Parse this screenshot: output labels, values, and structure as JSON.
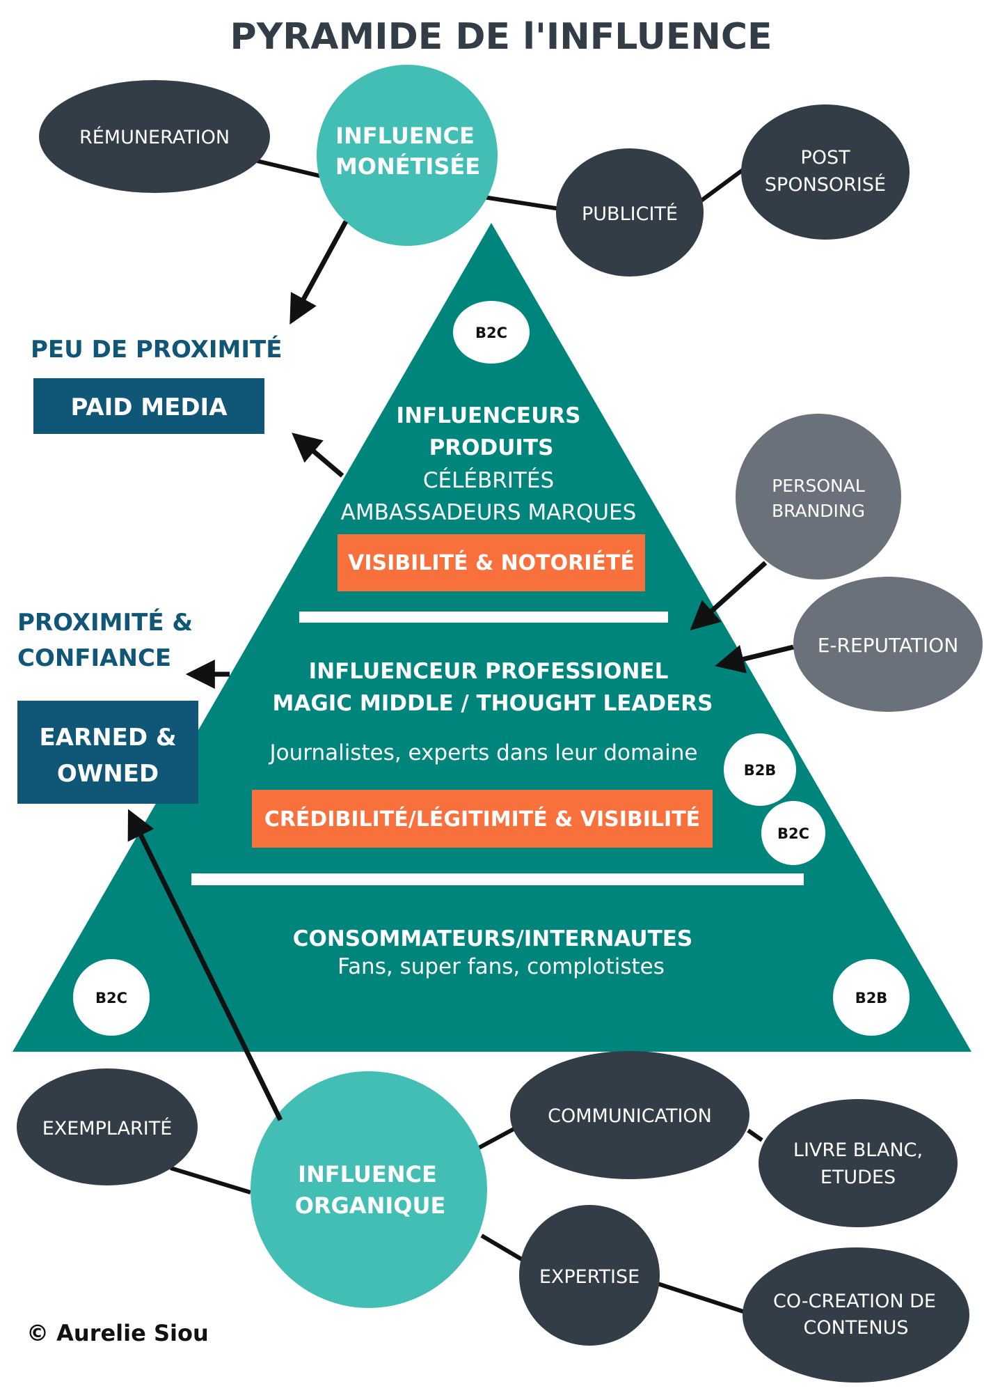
{
  "title": "PYRAMIDE DE l'INFLUENCE",
  "colors": {
    "teal_pyramid": "#00857c",
    "teal_circle": "#43beb5",
    "dark_node": "#333d47",
    "grey_node": "#6a717b",
    "orange": "#f8703c",
    "blue_box": "#0f5677"
  },
  "top": {
    "center": [
      "INFLUENCE",
      "MONÉTISÉE"
    ],
    "remuneration": [
      "RÉMUNERATION"
    ],
    "publicite": [
      "PUBLICITÉ"
    ],
    "post_sponsorise": [
      "POST",
      "SPONSORISÉ"
    ]
  },
  "left": {
    "peu_proximite": "PEU DE PROXIMITÉ",
    "paid_media": "PAID MEDIA",
    "proximite_confiance": [
      "PROXIMITÉ &",
      "CONFIANCE"
    ],
    "earned_owned": [
      "EARNED &",
      "OWNED"
    ]
  },
  "pyramid": {
    "top": {
      "badge": "B2C",
      "bold_lines": [
        "INFLUENCEURS",
        "PRODUITS"
      ],
      "regular_lines": [
        "CÉLÉBRITÉS",
        "AMBASSADEURS MARQUES"
      ],
      "tag": "VISIBILITÉ & NOTORIÉTÉ"
    },
    "middle": {
      "bold_lines": [
        "INFLUENCEUR PROFESSIONEL",
        "MAGIC MIDDLE / THOUGHT LEADERS"
      ],
      "regular": "Journalistes, experts dans leur domaine",
      "tag": "CRÉDIBILITÉ/LÉGITIMITÉ & VISIBILITÉ",
      "badge_b2b": "B2B",
      "badge_b2c": "B2C"
    },
    "bottom": {
      "bold": "CONSOMMATEURS/INTERNAUTES",
      "regular": "Fans, super fans, complotistes",
      "badge_left": "B2C",
      "badge_right": "B2B"
    }
  },
  "right": {
    "personal_branding": [
      "PERSONAL",
      "BRANDING"
    ],
    "e_reputation": [
      "E-REPUTATION"
    ]
  },
  "bottom": {
    "center": [
      "INFLUENCE",
      "ORGANIQUE"
    ],
    "exemplarite": [
      "EXEMPLARITÉ"
    ],
    "communication": [
      "COMMUNICATION"
    ],
    "livre_blanc": [
      "LIVRE BLANC,",
      "ETUDES"
    ],
    "expertise": [
      "EXPERTISE"
    ],
    "co_creation": [
      "CO-CREATION DE",
      "CONTENUS"
    ]
  },
  "copyright": "© Aurelie Siou"
}
